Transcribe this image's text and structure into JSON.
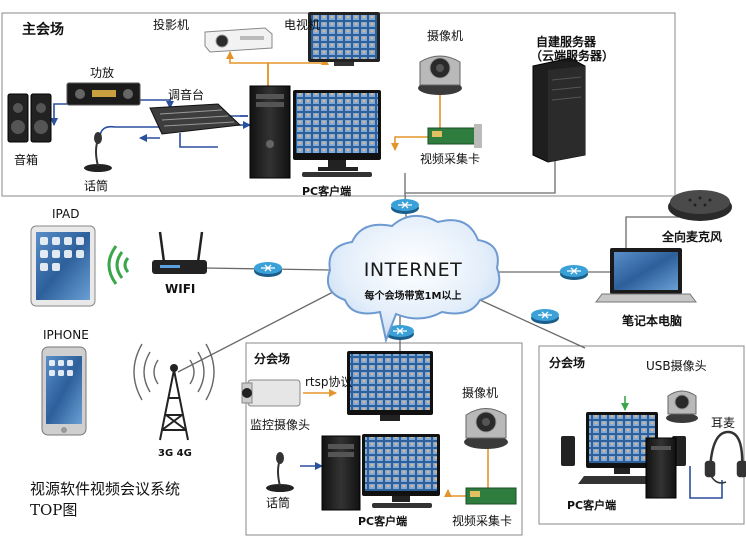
{
  "main_venue": {
    "title": "主会场",
    "projector": "投影机",
    "tv": "电视机",
    "camera": "摄像机",
    "amplifier": "功放",
    "mixer": "调音台",
    "speaker": "音箱",
    "microphone": "话筒",
    "capture_card": "视频采集卡",
    "pc_client": "PC客户端"
  },
  "server": {
    "line1": "自建服务器",
    "line2": "（云端服务器）"
  },
  "mobile": {
    "ipad": "IPAD",
    "iphone": "IPHONE",
    "wifi": "WIFI",
    "network": "3G 4G"
  },
  "internet": {
    "title": "INTERNET",
    "subtitle": "每个会场带宽1M以上"
  },
  "laptop": {
    "speakerphone": "全向麦克风",
    "label": "笔记本电脑"
  },
  "sub_venue_a": {
    "title": "分会场",
    "protocol": "rtsp协议",
    "surveillance": "监控摄像头",
    "camera": "摄像机",
    "microphone": "话筒",
    "pc_client": "PC客户端",
    "capture_card": "视频采集卡"
  },
  "sub_venue_b": {
    "title": "分会场",
    "usb_camera": "USB摄像头",
    "headset": "耳麦",
    "pc_client": "PC客户端"
  },
  "caption": {
    "line1": "视源软件视频会议系统",
    "line2": "TOP图"
  }
}
